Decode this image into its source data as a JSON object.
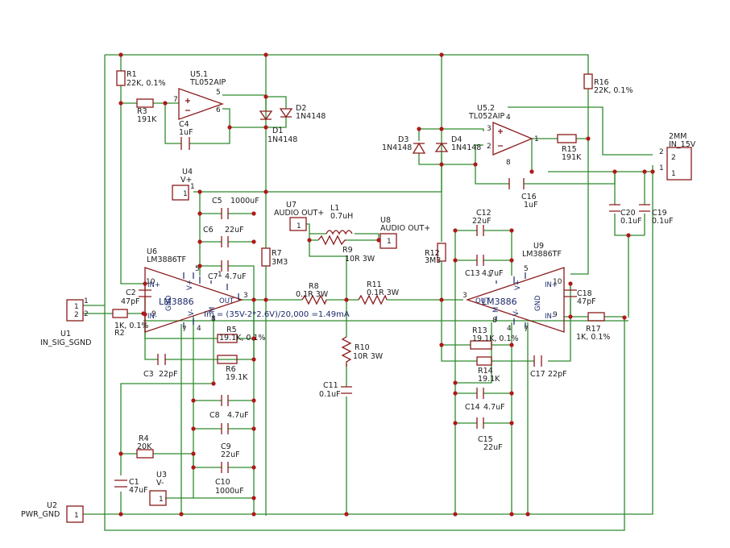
{
  "labels": {
    "R1": [
      "R1",
      "22K, 0.1%"
    ],
    "R3": [
      "R3",
      "191K"
    ],
    "C4": [
      "C4",
      "1uF"
    ],
    "U51": [
      "U5.1",
      "TL052AIP"
    ],
    "D2": [
      "D2",
      "1N4148"
    ],
    "D1": [
      "D1",
      "1N4148"
    ],
    "U4": [
      "U4",
      "V+"
    ],
    "C5": [
      "C5",
      "1000uF"
    ],
    "C6": [
      "C6",
      "22uF"
    ],
    "C7": [
      "C7",
      "4.7uF"
    ],
    "R7": [
      "R7",
      "3M3"
    ],
    "U6": [
      "U6",
      "LM3886TF"
    ],
    "C2": [
      "C2",
      "47pF"
    ],
    "R2": [
      "1K, 0.1%",
      "R2"
    ],
    "U1": [
      "U1",
      "IN_SIG_SGND"
    ],
    "R5": [
      "R5",
      "19.1K, 0.1%"
    ],
    "R6": [
      "R6",
      "19.1K"
    ],
    "C3": [
      "C3",
      "22pF"
    ],
    "C8": [
      "C8",
      "4.7uF"
    ],
    "C9": [
      "C9",
      "22uF"
    ],
    "C10": [
      "C10",
      "1000uF"
    ],
    "R4": [
      "R4",
      "20K"
    ],
    "C1": [
      "C1",
      "47uF"
    ],
    "U3": [
      "U3",
      "V-"
    ],
    "U2": [
      "U2",
      "PWR_GND"
    ],
    "U7": [
      "U7",
      "AUDIO OUT+"
    ],
    "L1": [
      "L1",
      "0.7uH"
    ],
    "R9": [
      "R9",
      "10R 3W"
    ],
    "U8": [
      "U8",
      "AUDIO OUT+"
    ],
    "R8": [
      "R8",
      "0.1R 3W"
    ],
    "R11": [
      "R11",
      "0.1R 3W"
    ],
    "R10": [
      "R10",
      "10R 3W"
    ],
    "C11": [
      "C11",
      "0.1uF"
    ],
    "D3": [
      "D3",
      "1N4148"
    ],
    "D4": [
      "D4",
      "1N4148"
    ],
    "U52": [
      "U5.2",
      "TL052AIP"
    ],
    "R15": [
      "R15",
      "191K"
    ],
    "R16": [
      "R16",
      "22K, 0.1%"
    ],
    "C16": [
      "C16",
      "1uF"
    ],
    "C12": [
      "C12",
      "22uF"
    ],
    "C13": [
      "C13",
      "4.7uF"
    ],
    "R12": [
      "R12",
      "3M3"
    ],
    "U9": [
      "U9",
      "LM3886TF"
    ],
    "C18": [
      "C18",
      "47pF"
    ],
    "R17": [
      "R17",
      "1K, 0.1%"
    ],
    "R13": [
      "R13",
      "19.1K, 0.1%"
    ],
    "R14": [
      "R14",
      "19.1K"
    ],
    "C17": [
      "C17",
      "22pF"
    ],
    "C14": [
      "C14",
      "4.7uF"
    ],
    "C15": [
      "C15",
      "22uF"
    ],
    "C20": [
      "C20",
      "0.1uF"
    ],
    "C19": [
      "C19",
      "0.1uF"
    ],
    "J2MM": [
      "2MM",
      "IN_15V"
    ]
  },
  "chips": {
    "left": "LM3886",
    "right": "LM3886"
  },
  "note": "Im = (35V-2*2.6V)/20,000 =1.49mA",
  "pins": {
    "in_plus": "IN+",
    "in_minus": "IN-",
    "out": "OUT",
    "gnd": "GND",
    "vplus": "V+",
    "vminus": "V-",
    "mute": "M"
  }
}
